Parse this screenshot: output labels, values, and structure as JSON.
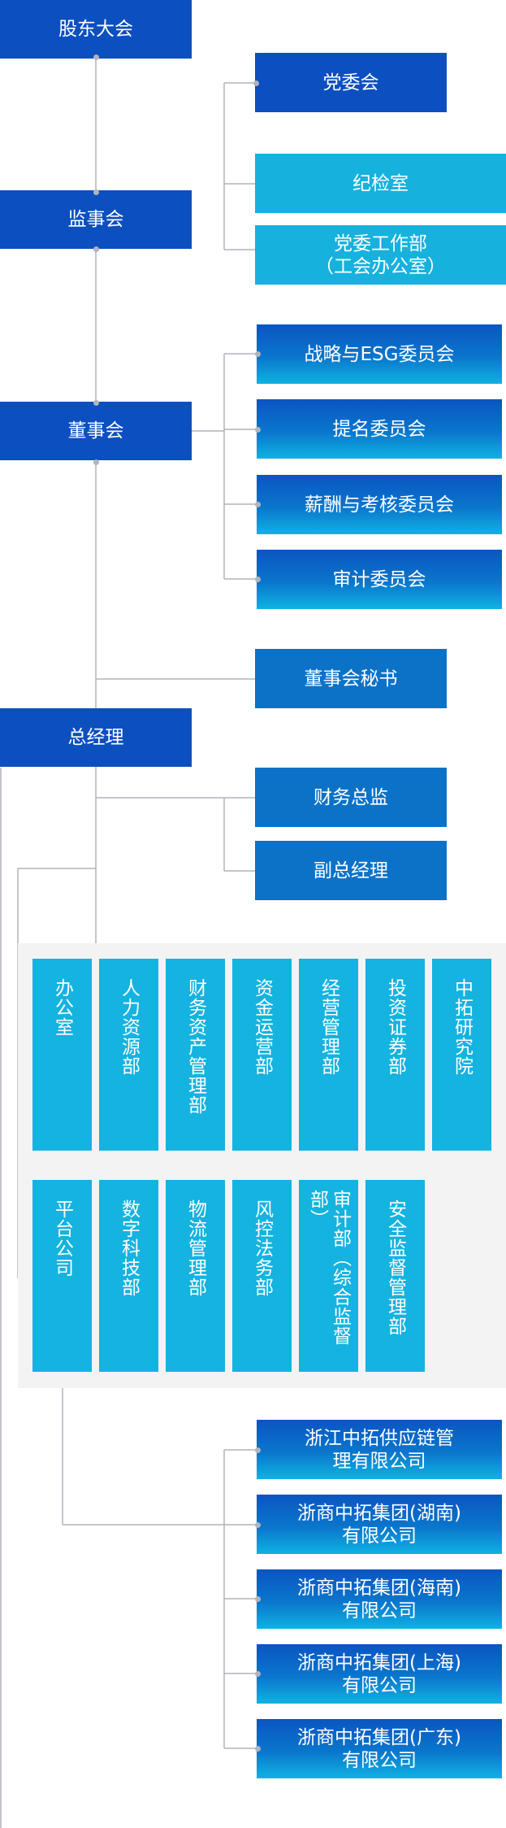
{
  "top": {
    "shareholders": "股东大会",
    "supervisors": "监事会",
    "board": "董事会",
    "gm": "总经理"
  },
  "party": {
    "committee": "党委会",
    "discipline": "纪检室",
    "work_dept": "党委工作部\n（工会办公室）"
  },
  "committees": [
    {
      "label": "战略与ESG委员会"
    },
    {
      "label": "提名委员会"
    },
    {
      "label": "薪酬与考核委员会"
    },
    {
      "label": "审计委员会"
    }
  ],
  "board_secretary": "董事会秘书",
  "gm_reports": {
    "cfo": "财务总监",
    "deputy": "副总经理"
  },
  "departments_row1": [
    {
      "label": "办公室"
    },
    {
      "label": "人力资源部"
    },
    {
      "label": "财务资产管理部"
    },
    {
      "label": "资金运营部"
    },
    {
      "label": "经营管理部"
    },
    {
      "label": "投资证券部"
    },
    {
      "label": "中拓研究院"
    }
  ],
  "departments_row2": [
    {
      "label": "平台公司"
    },
    {
      "label": "数字科技部"
    },
    {
      "label": "物流管理部"
    },
    {
      "label": "风控法务部"
    },
    {
      "label": "审计部（综合监督部）"
    },
    {
      "label": "安全监督管理部"
    }
  ],
  "subsidiaries": [
    {
      "label": "浙江中拓供应链管\n理有限公司"
    },
    {
      "label": "浙商中拓集团(湖南)\n有限公司"
    },
    {
      "label": "浙商中拓集团(海南)\n有限公司"
    },
    {
      "label": "浙商中拓集团(上海)\n有限公司"
    },
    {
      "label": "浙商中拓集团(广东)\n有限公司"
    }
  ],
  "colors": {
    "primary": "#0c4fbf",
    "secondary": "#0b72c8",
    "light": "#17b1de",
    "line": "#b0b4bb",
    "panel": "#f3f3f3"
  }
}
